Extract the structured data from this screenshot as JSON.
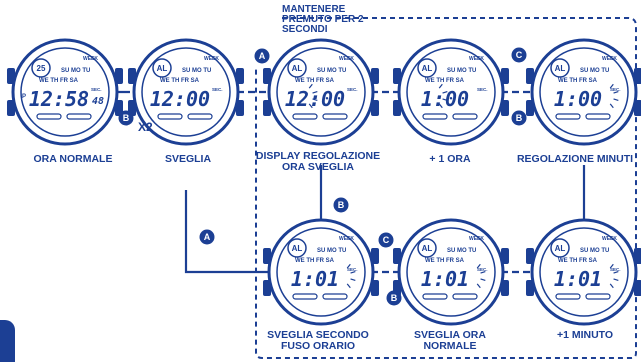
{
  "colors": {
    "primary": "#1c3f94",
    "background": "#ffffff"
  },
  "header": {
    "hold_text": [
      "MANTENERE",
      "PREMUTO PER 2",
      "SECONDI"
    ]
  },
  "multiplier": "X2",
  "badges": {
    "a": "A",
    "b": "B",
    "c": "C"
  },
  "watch_labels": {
    "week": "WEEK",
    "days_top": [
      "SU",
      "MO",
      "TU"
    ],
    "days_bottom": [
      "WE",
      "TH",
      "FR",
      "SA"
    ],
    "sec": "SEC.",
    "pm": "P",
    "alarm": "AL"
  },
  "watches": [
    {
      "id": "normal",
      "display": "12:58",
      "seconds": "48",
      "mode": "25",
      "caption": [
        "ORA NORMALE"
      ]
    },
    {
      "id": "alarm",
      "display": "12:00",
      "seconds": "",
      "mode": "AL",
      "caption": [
        "SVEGLIA"
      ]
    },
    {
      "id": "alarm-set",
      "display": "12:00",
      "seconds": "",
      "mode": "AL",
      "caption": [
        "DISPLAY REGOLAZIONE",
        "ORA SVEGLIA"
      ]
    },
    {
      "id": "plus-hour",
      "display": "1:00",
      "seconds": "",
      "mode": "AL",
      "caption": [
        "+ 1 ORA"
      ]
    },
    {
      "id": "min-set",
      "display": "1:00",
      "seconds": "",
      "mode": "AL",
      "caption": [
        "REGOLAZIONE MINUTI"
      ]
    },
    {
      "id": "second-tz",
      "display": "1:01",
      "seconds": "",
      "mode": "AL",
      "caption": [
        "SVEGLIA SECONDO",
        "FUSO ORARIO"
      ]
    },
    {
      "id": "normal-alarm",
      "display": "1:01",
      "seconds": "",
      "mode": "AL",
      "caption": [
        "SVEGLIA ORA",
        "NORMALE"
      ]
    },
    {
      "id": "plus-minute",
      "display": "1:01",
      "seconds": "",
      "mode": "AL",
      "caption": [
        "+1 MINUTO"
      ]
    }
  ]
}
